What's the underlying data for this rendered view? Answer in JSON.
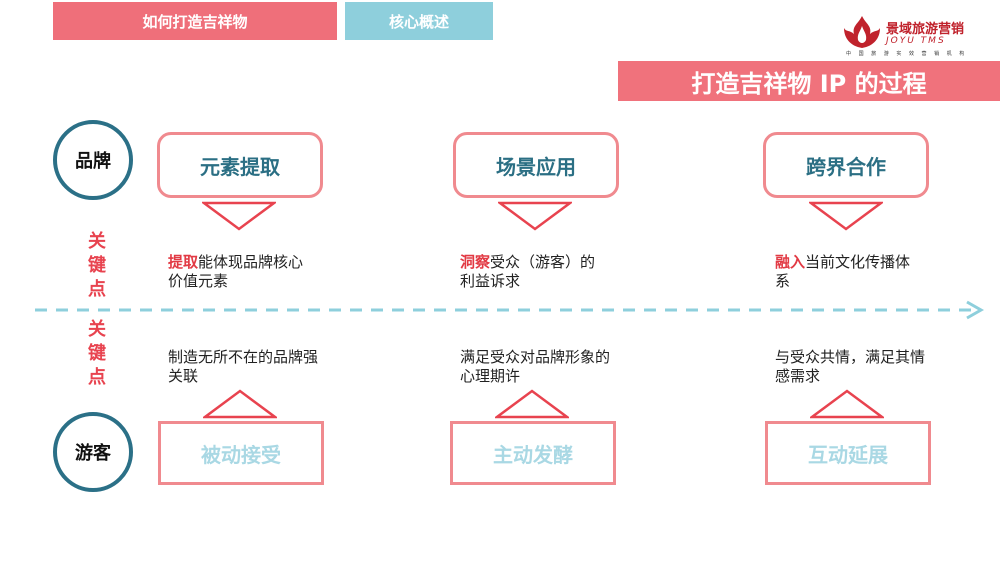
{
  "tabs": [
    "如何打造吉祥物",
    "核心概述"
  ],
  "logo": {
    "cn": "景域旅游营销",
    "en": "JOYU TMS",
    "tagline": "中 国 旅 游 实 效 营 销 机 构"
  },
  "title": "打造吉祥物 IP 的过程",
  "brand_label": "品牌",
  "visitor_label": "游客",
  "keypoint_label": "关\n键\n点",
  "brand_steps": [
    {
      "title": "元素提取",
      "highlight": "提取",
      "text": "能体现品牌核心价值元素"
    },
    {
      "title": "场景应用",
      "highlight": "洞察",
      "text": "受众（游客）的利益诉求"
    },
    {
      "title": "跨界合作",
      "highlight": "融入",
      "text": "当前文化传播体系"
    }
  ],
  "visitor_steps": [
    {
      "title": "被动接受",
      "text": "制造无所不在的品牌强关联"
    },
    {
      "title": "主动发酵",
      "text": "满足受众对品牌形象的心理期许"
    },
    {
      "title": "互动延展",
      "text": "与受众共情，满足其情感需求"
    }
  ],
  "colors": {
    "pink": "#ef6f7a",
    "light_blue": "#8ecfdc",
    "teal": "#2b7087",
    "red": "#e23a44"
  }
}
